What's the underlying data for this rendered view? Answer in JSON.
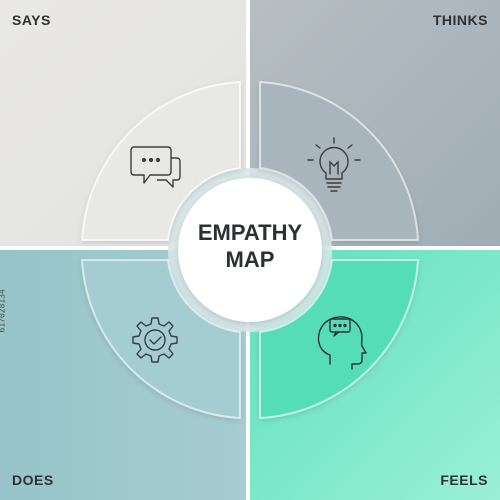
{
  "diagram": {
    "center": {
      "line1": "EMPATHY",
      "line2": "MAP"
    },
    "quadrants": [
      {
        "id": "says",
        "label": "SAYS",
        "icon": "speech-bubbles-icon"
      },
      {
        "id": "thinks",
        "label": "THINKS",
        "icon": "lightbulb-icon"
      },
      {
        "id": "does",
        "label": "DOES",
        "icon": "gear-check-icon"
      },
      {
        "id": "feels",
        "label": "FEELS",
        "icon": "head-chat-icon"
      }
    ],
    "side_text": "617028134"
  },
  "colors": {
    "says_bg": "#e6e6e3",
    "thinks_bg": "#a9b4bb",
    "does_bg": "#93c2c6",
    "feels_bg": "#67e2bf",
    "ring": "#cfe2e4",
    "text": "#2d3033"
  }
}
